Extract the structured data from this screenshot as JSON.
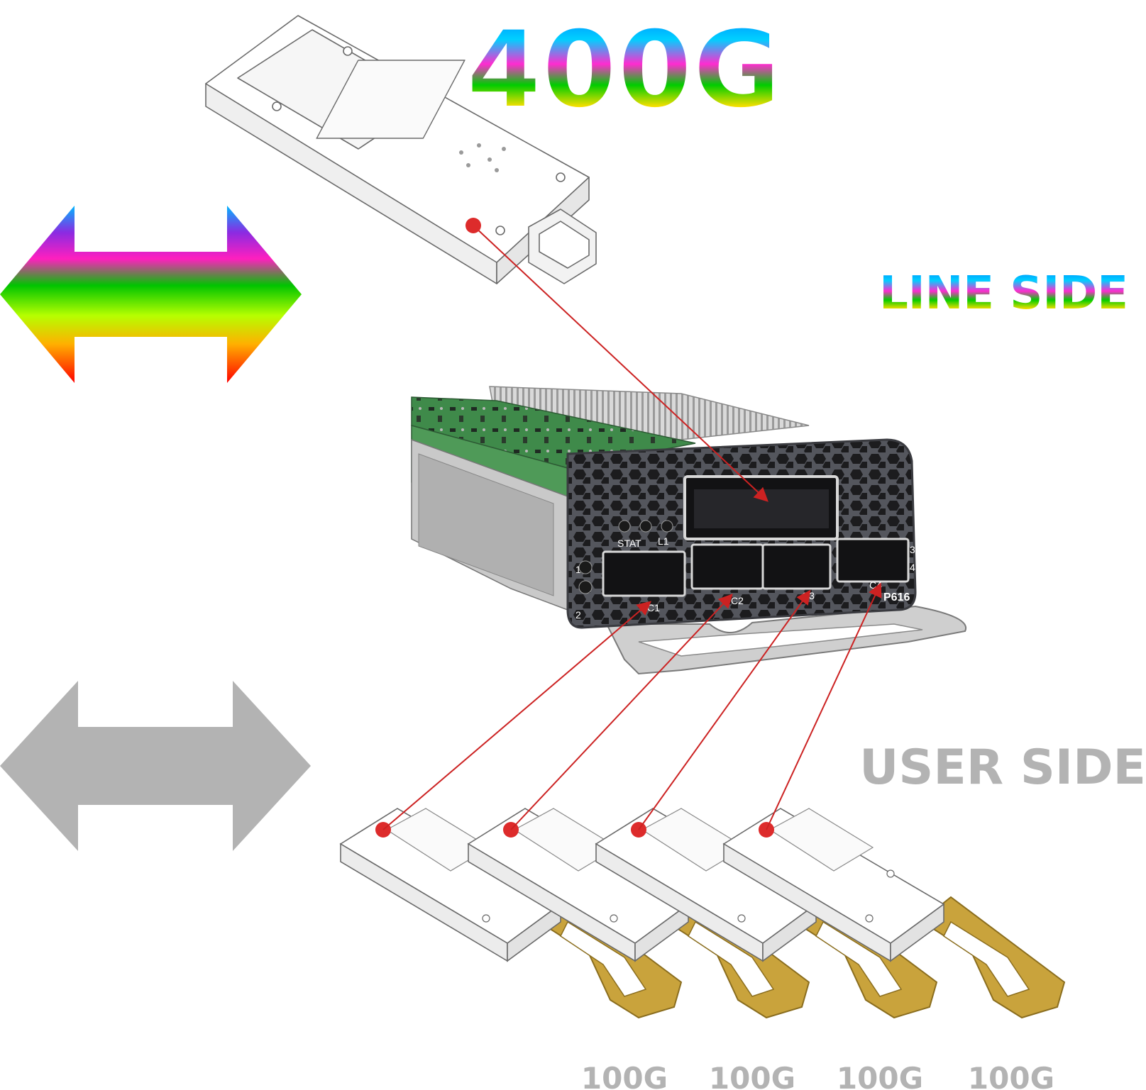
{
  "title": "400G",
  "line_side_label": "LINE SIDE",
  "user_side_label": "USER SIDE",
  "card": {
    "model": "P616",
    "led_labels": {
      "stat": "STAT",
      "l1": "L1",
      "n1": "1",
      "n2": "2",
      "n3": "3",
      "n4": "4"
    },
    "ports": [
      "C1",
      "C2",
      "C3",
      "C4"
    ]
  },
  "speed_labels": [
    "100G",
    "100G",
    "100G",
    "100G"
  ],
  "colors": {
    "connector_line": "#cc2222",
    "connector_dot": "#dd2b2b",
    "user_side_gray": "#b3b3b3",
    "pull_tab_gold": "#c9a33c",
    "faceplate": "#5e6068"
  },
  "icons": {
    "line_arrow": "double-headed-arrow-rainbow-icon",
    "user_arrow": "double-headed-arrow-gray-icon"
  }
}
